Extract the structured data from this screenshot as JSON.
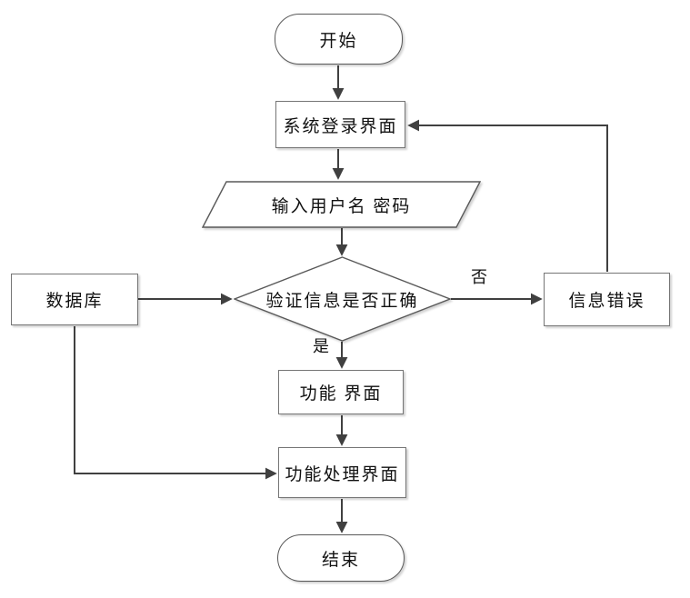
{
  "diagram": {
    "kind": "flowchart",
    "language": "zh-CN",
    "colors": {
      "background": "#ffffff",
      "connector": "#404040",
      "process_border": "#757575",
      "shape_border": "#595959",
      "text": "#111111"
    },
    "nodes": {
      "start": {
        "label": "开始",
        "type": "terminator"
      },
      "login_screen": {
        "label": "系统登录界面",
        "type": "process"
      },
      "input_credentials": {
        "label": "输入用户名 密码",
        "type": "data-parallelogram"
      },
      "verify_info": {
        "label": "验证信息是否正确",
        "type": "decision"
      },
      "database": {
        "label": "数据库",
        "type": "process"
      },
      "info_error": {
        "label": "信息错误",
        "type": "process"
      },
      "function_screen": {
        "label": "功能 界面",
        "type": "process"
      },
      "function_process_screen": {
        "label": "功能处理界面",
        "type": "process"
      },
      "end": {
        "label": "结束",
        "type": "terminator"
      }
    },
    "edge_labels": {
      "no": "否",
      "yes": "是"
    },
    "edges": [
      {
        "from": "start",
        "to": "login_screen",
        "label": ""
      },
      {
        "from": "login_screen",
        "to": "input_credentials",
        "label": ""
      },
      {
        "from": "input_credentials",
        "to": "verify_info",
        "label": ""
      },
      {
        "from": "verify_info",
        "to": "info_error",
        "label": "否"
      },
      {
        "from": "info_error",
        "to": "login_screen",
        "label": ""
      },
      {
        "from": "verify_info",
        "to": "function_screen",
        "label": "是"
      },
      {
        "from": "function_screen",
        "to": "function_process_screen",
        "label": ""
      },
      {
        "from": "database",
        "to": "verify_info",
        "label": ""
      },
      {
        "from": "database",
        "to": "function_process_screen",
        "label": ""
      },
      {
        "from": "function_process_screen",
        "to": "end",
        "label": ""
      }
    ]
  }
}
